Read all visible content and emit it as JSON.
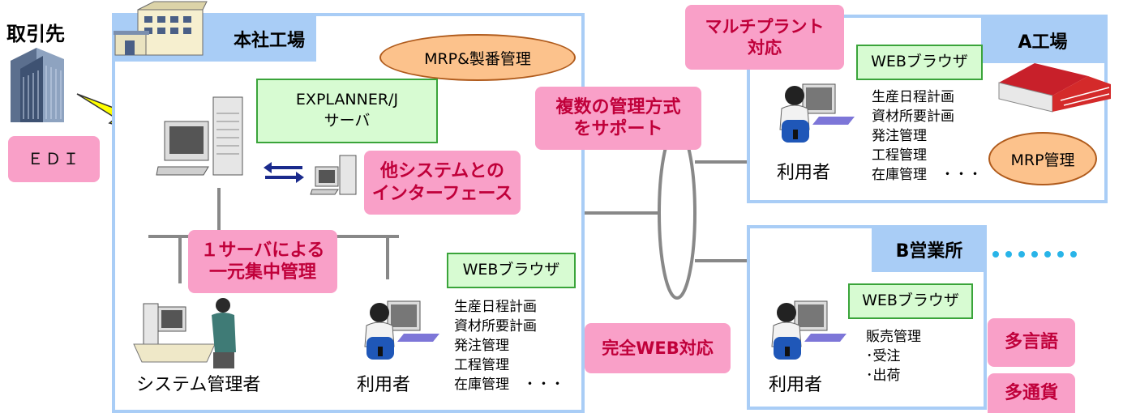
{
  "partner": {
    "label": "取引先",
    "edi": "ＥＤＩ"
  },
  "hq": {
    "title": "本社工場",
    "mrp": "MRP&製番管理",
    "server_line1": "EXPLANNER/J",
    "server_line2": "サーバ",
    "interface_line1": "他システムとの",
    "interface_line2": "インターフェース",
    "central_line1": "１サーバによる",
    "central_line2": "一元集中管理",
    "web_browser": "WEBブラウザ",
    "admin_label": "システム管理者",
    "user_label": "利用者",
    "functions": [
      "生産日程計画",
      "資材所要計画",
      "発注管理",
      "工程管理",
      "在庫管理　・・・"
    ]
  },
  "center": {
    "multi_line1": "複数の管理方式",
    "multi_line2": "をサポート",
    "full_web": "完全WEB対応"
  },
  "plant_a": {
    "title": "A工場",
    "multiplant_line1": "マルチプラント",
    "multiplant_line2": "対応",
    "web_browser": "WEBブラウザ",
    "functions": [
      "生産日程計画",
      "資材所要計画",
      "発注管理",
      "工程管理",
      "在庫管理　・・・"
    ],
    "mrp": "MRP管理",
    "user_label": "利用者"
  },
  "office_b": {
    "title": "B営業所",
    "web_browser": "WEBブラウザ",
    "functions": [
      "販売管理",
      "･受注",
      "･出荷"
    ],
    "user_label": "利用者",
    "multilingual": "多言語",
    "multicurrency": "多通貨"
  },
  "colors": {
    "frame": "#a9cdf6",
    "pink": "#f9a0c8",
    "pink_text": "#c0003a",
    "green_fill": "#d7fbd2",
    "oval_fill": "#fcc28c"
  }
}
